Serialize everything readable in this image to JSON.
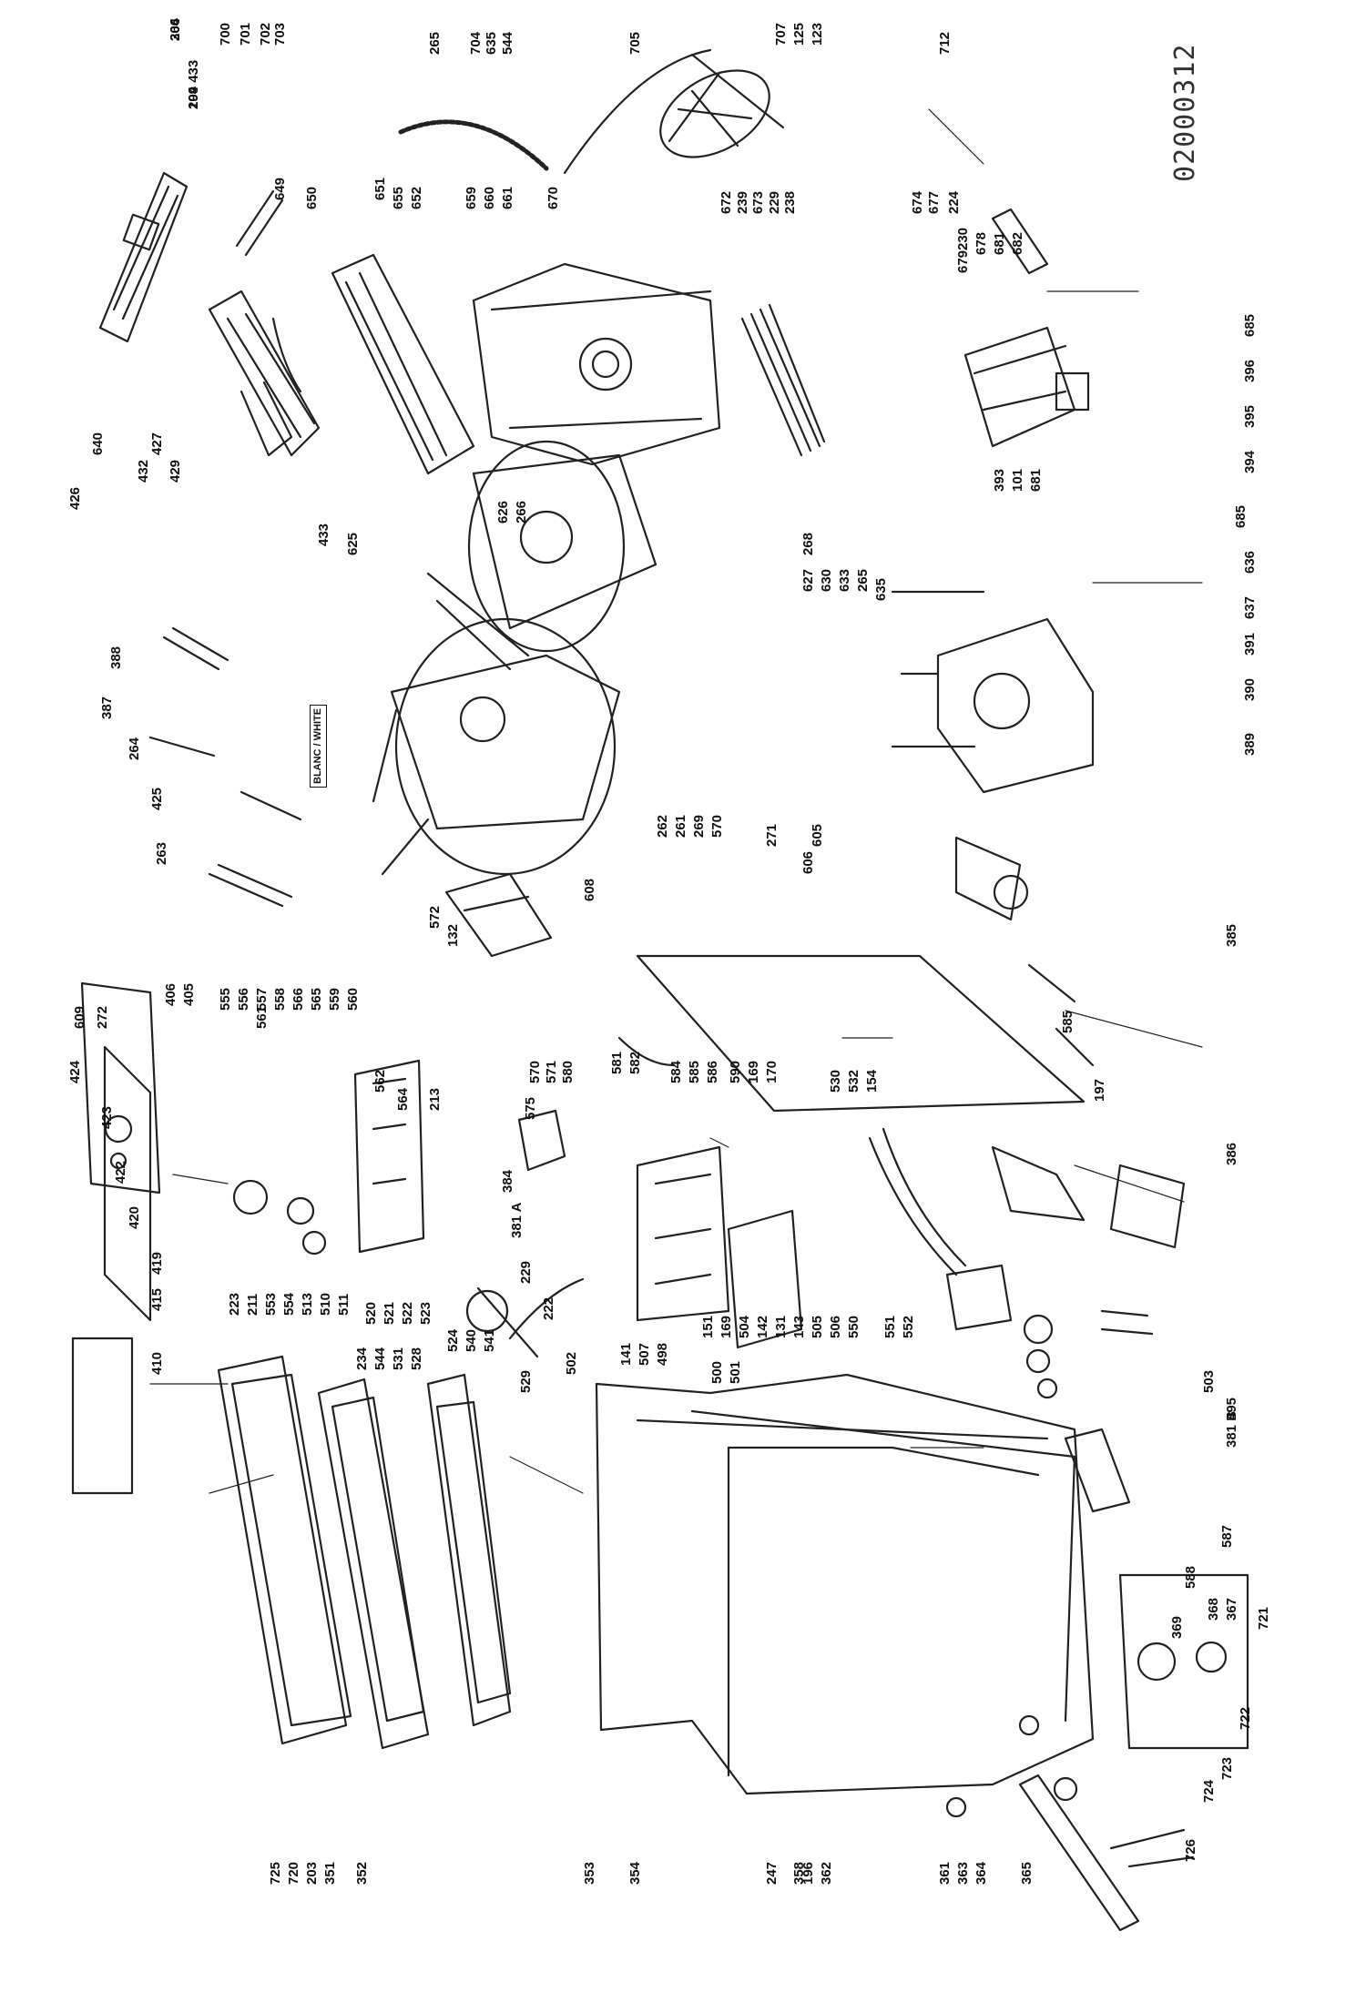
{
  "document_code": "02000312",
  "colors": {
    "ink": "#111111",
    "paper": "#ffffff",
    "line": "#222222"
  },
  "tag_text": [
    "BLANC",
    "WHITE"
  ],
  "labels": [
    "204",
    "204 433",
    "700",
    "701",
    "702",
    "703",
    "704",
    "635",
    "544",
    "265",
    "705",
    "707",
    "125",
    "123",
    "712",
    "649",
    "650",
    "651",
    "655",
    "652",
    "659",
    "660",
    "661",
    "670",
    "672",
    "239",
    "673",
    "229",
    "238",
    "674",
    "677",
    "224",
    "230",
    "679",
    "678",
    "681",
    "682",
    "685",
    "396",
    "395",
    "394",
    "393",
    "101",
    "681",
    "685",
    "640",
    "432",
    "429",
    "427",
    "426",
    "433",
    "625",
    "626",
    "266",
    "268",
    "627",
    "630",
    "633",
    "265",
    "635",
    "636",
    "637",
    "391",
    "390",
    "389",
    "388",
    "387",
    "264",
    "425",
    "263",
    "262",
    "261",
    "269",
    "570",
    "271",
    "605",
    "606",
    "608",
    "609",
    "272",
    "424",
    "423",
    "422",
    "420",
    "419",
    "415",
    "410",
    "406",
    "405",
    "555",
    "556",
    "557",
    "558",
    "566",
    "565",
    "559",
    "560",
    "561",
    "562",
    "564",
    "213",
    "575",
    "572",
    "132",
    "570",
    "571",
    "580",
    "581",
    "582",
    "584",
    "585",
    "586",
    "590",
    "169",
    "170",
    "585",
    "197",
    "386",
    "385",
    "384",
    "381 A",
    "229",
    "222",
    "223",
    "211",
    "553",
    "554",
    "513",
    "510",
    "511",
    "520",
    "521",
    "522",
    "523",
    "524",
    "540",
    "541",
    "234",
    "544",
    "531",
    "528",
    "529",
    "530",
    "532",
    "154",
    "151",
    "169",
    "504",
    "142",
    "131",
    "143",
    "505",
    "506",
    "550",
    "551",
    "552",
    "141",
    "507",
    "498",
    "500",
    "501",
    "502",
    "503",
    "495",
    "381 B",
    "587",
    "588",
    "369",
    "368",
    "367",
    "721",
    "722",
    "723",
    "724",
    "726",
    "725",
    "720",
    "203",
    "351",
    "352",
    "353",
    "354",
    "247",
    "358",
    "196",
    "362",
    "361",
    "363",
    "364",
    "365",
    "366",
    "199"
  ]
}
